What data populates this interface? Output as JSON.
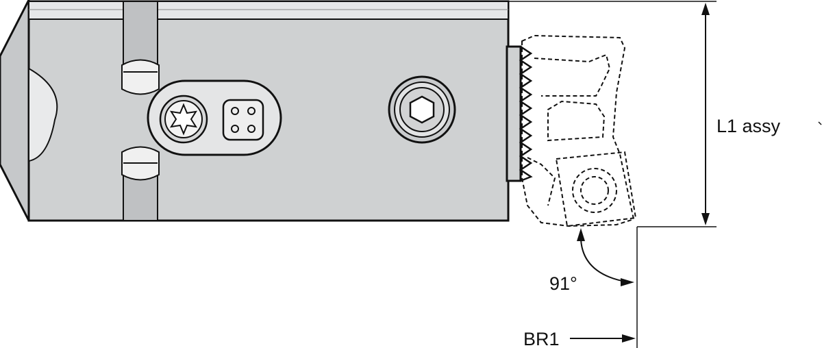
{
  "labels": {
    "height": "L1 assy",
    "angle": "91°",
    "offset": "BR1"
  },
  "colors": {
    "body_fill": "#cfd1d2",
    "body_light": "#e6e7e8",
    "body_dark": "#a9abad",
    "line": "#111111",
    "background": "#ffffff"
  }
}
